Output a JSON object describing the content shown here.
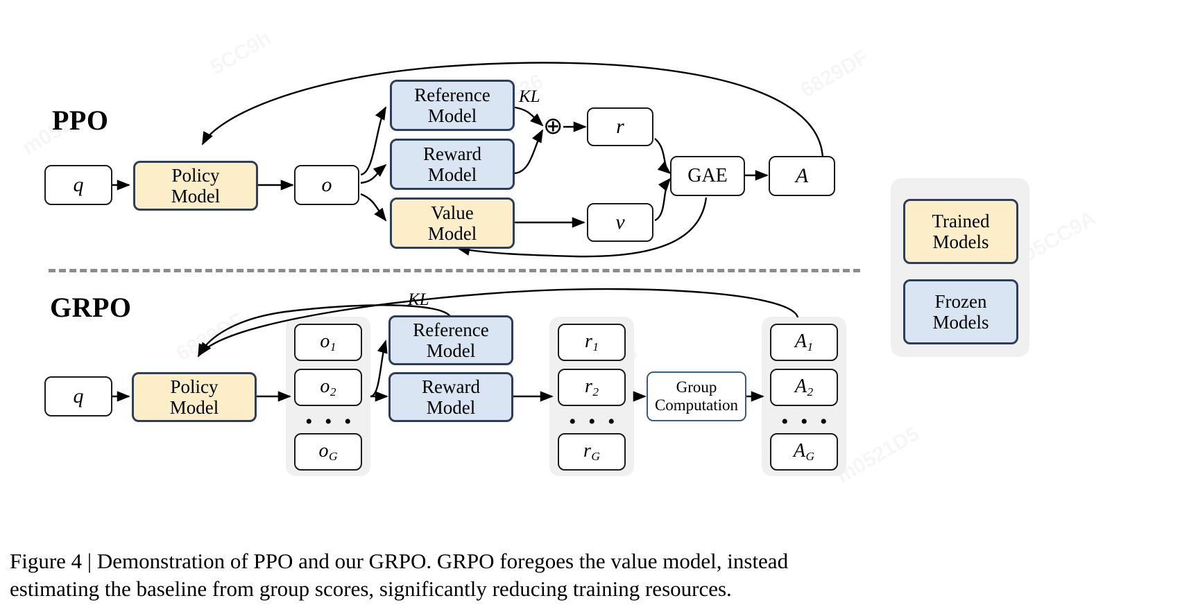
{
  "figure": {
    "caption_line1": "Figure 4 | Demonstration of PPO and our GRPO. GRPO foregoes the value model, instead",
    "caption_line2": "estimating the baseline from group scores, significantly reducing training resources."
  },
  "colors": {
    "trained_fill": "#fbeec8",
    "frozen_fill": "#d9e5f2",
    "node_stroke": "#2c3e5c",
    "group_fill": "#f0f0f0",
    "divider": "#8c8c8c",
    "arrow": "#000000"
  },
  "ppo": {
    "title": "PPO",
    "query": "q",
    "policy_model": "Policy Model",
    "output": "o",
    "reference_model": "Reference Model",
    "reward_model": "Reward Model",
    "value_model": "Value Model",
    "kl_label": "KL",
    "oplus": "⊕",
    "reward": "r",
    "value": "v",
    "gae": "GAE",
    "advantage": "A"
  },
  "grpo": {
    "title": "GRPO",
    "query": "q",
    "policy_model": "Policy Model",
    "kl_label": "KL",
    "reference_model": "Reference Model",
    "reward_model": "Reward Model",
    "group_computation": "Group Computation",
    "dots": "• • •",
    "outputs": [
      {
        "base": "o",
        "sub": "1"
      },
      {
        "base": "o",
        "sub": "2"
      },
      {
        "base": "o",
        "sub": "G"
      }
    ],
    "rewards": [
      {
        "base": "r",
        "sub": "1"
      },
      {
        "base": "r",
        "sub": "2"
      },
      {
        "base": "r",
        "sub": "G"
      }
    ],
    "advantages": [
      {
        "base": "A",
        "sub": "1"
      },
      {
        "base": "A",
        "sub": "2"
      },
      {
        "base": "A",
        "sub": "G"
      }
    ]
  },
  "legend": {
    "trained": "Trained Models",
    "frozen": "Frozen Models"
  }
}
